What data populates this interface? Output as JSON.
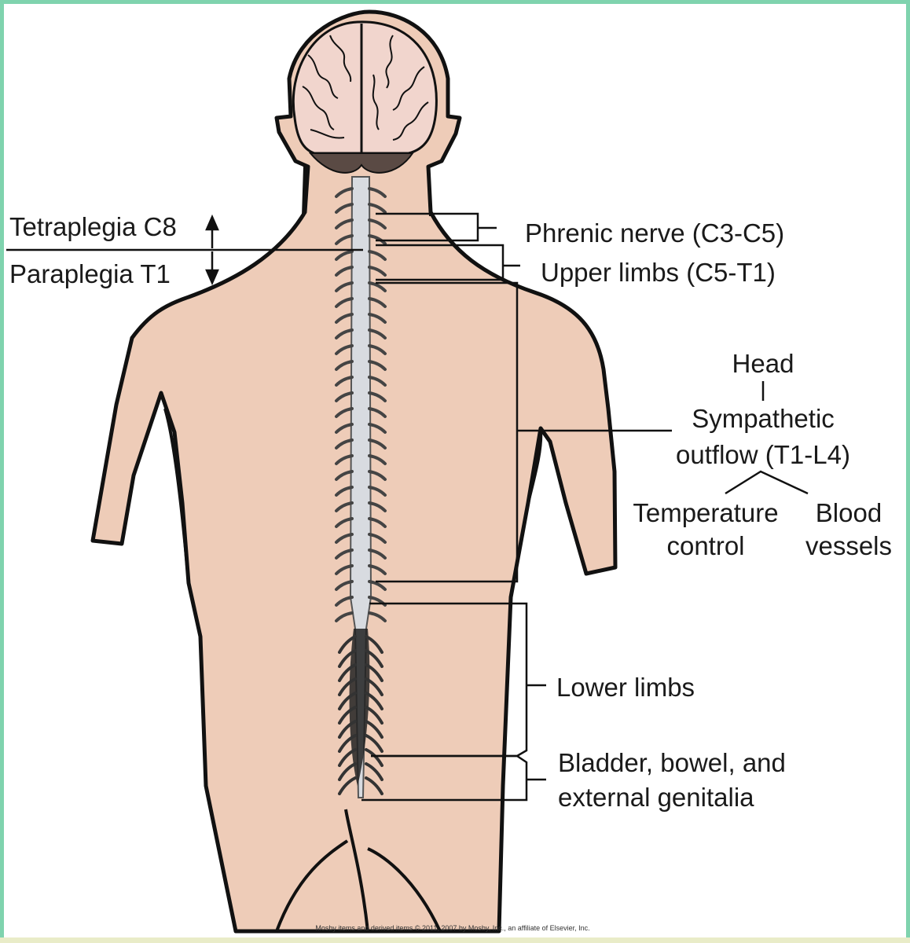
{
  "colors": {
    "skin": "#eeccb8",
    "cord": "#d8dbe0",
    "brain": "#f1d5cd",
    "outline": "#111111",
    "border": "#7fd3ae"
  },
  "labels": {
    "tetraplegia": "Tetraplegia C8",
    "paraplegia": "Paraplegia T1",
    "phrenic": "Phrenic nerve (C3-C5)",
    "upper_limbs": "Upper limbs (C5-T1)",
    "head": "Head",
    "sympathetic_1": "Sympathetic",
    "sympathetic_2": "outflow (T1-L4)",
    "temperature_1": "Temperature",
    "temperature_2": "control",
    "blood_1": "Blood",
    "blood_2": "vessels",
    "lower_limbs": "Lower limbs",
    "bladder_1": "Bladder, bowel, and",
    "bladder_2": "external genitalia"
  },
  "copyright": "Mosby items and derived items © 2011, 2007 by Mosby, Inc., an affiliate of Elsevier, Inc."
}
